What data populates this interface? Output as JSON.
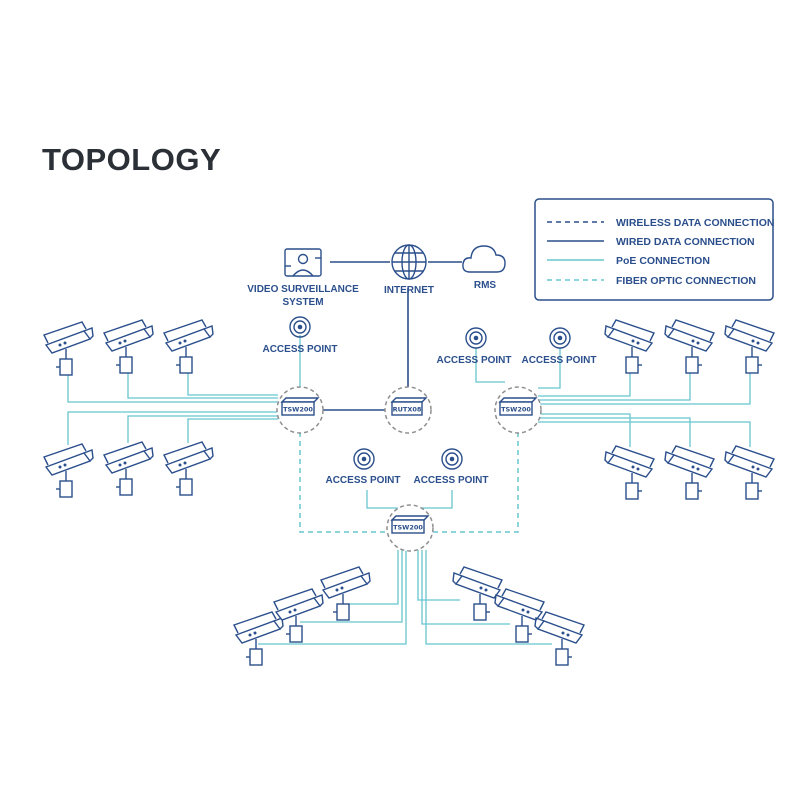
{
  "title": "TOPOLOGY",
  "colors": {
    "dark_blue": "#2b4f8c",
    "cyan": "#66c7cf",
    "ring_gray": "#8e8e8e",
    "title": "#2b2f36"
  },
  "legend": {
    "wireless": "WIRELESS DATA CONNECTION",
    "wired": "WIRED DATA CONNECTION",
    "poe": "PoE CONNECTION",
    "fiber": "FIBER OPTIC CONNECTION"
  },
  "nodes": {
    "video_surveillance": {
      "label_line1": "VIDEO SURVEILLANCE",
      "label_line2": "SYSTEM",
      "icon": "monitor-user-icon"
    },
    "internet": {
      "label": "INTERNET",
      "icon": "globe-icon"
    },
    "rms": {
      "label": "RMS",
      "icon": "cloud-icon"
    },
    "router": {
      "label": "RUTX08",
      "icon": "router-icon"
    },
    "switch_left": {
      "label": "TSW200",
      "icon": "switch-icon"
    },
    "switch_right": {
      "label": "TSW200",
      "icon": "switch-icon"
    },
    "switch_bottom": {
      "label": "TSW200",
      "icon": "switch-icon"
    },
    "ap_top_left": {
      "label": "ACCESS POINT",
      "icon": "access-point-icon"
    },
    "ap_top_right_1": {
      "label": "ACCESS POINT",
      "icon": "access-point-icon"
    },
    "ap_top_right_2": {
      "label": "ACCESS POINT",
      "icon": "access-point-icon"
    },
    "ap_mid_1": {
      "label": "ACCESS POINT",
      "icon": "access-point-icon"
    },
    "ap_mid_2": {
      "label": "ACCESS POINT",
      "icon": "access-point-icon"
    }
  },
  "cameras": {
    "icon": "security-camera-icon"
  }
}
